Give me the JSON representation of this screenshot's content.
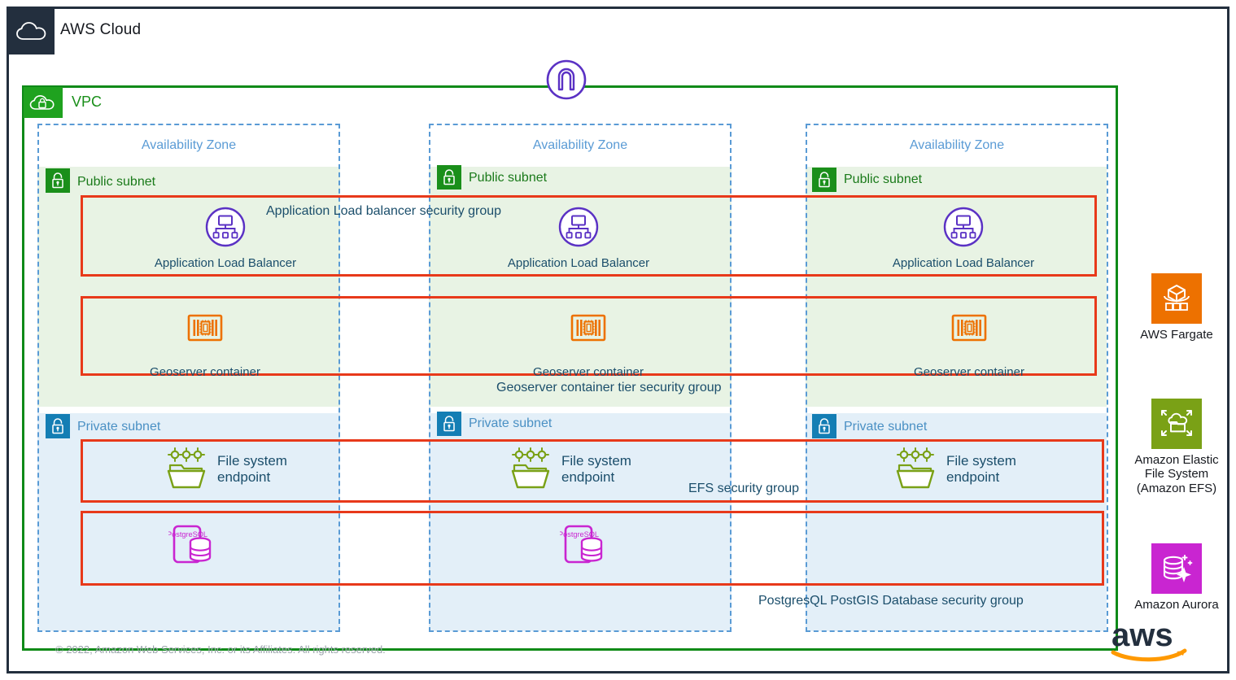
{
  "cloud": {
    "label": "AWS Cloud",
    "icon": "cloud-icon"
  },
  "vpc": {
    "label": "VPC",
    "icon": "vpc-lock-cloud-icon"
  },
  "internet_gateway": {
    "icon": "internet-gateway-icon",
    "color": "#5A31C4"
  },
  "availability_zones": [
    {
      "label": "Availability Zone"
    },
    {
      "label": "Availability Zone"
    },
    {
      "label": "Availability Zone"
    }
  ],
  "public_subnets": [
    {
      "label": "Public subnet",
      "icon": "padlock-icon"
    },
    {
      "label": "Public subnet",
      "icon": "padlock-icon"
    },
    {
      "label": "Public subnet",
      "icon": "padlock-icon"
    }
  ],
  "private_subnets": [
    {
      "label": "Private subnet",
      "icon": "padlock-icon"
    },
    {
      "label": "Private subnet",
      "icon": "padlock-icon"
    },
    {
      "label": "Private subnet",
      "icon": "padlock-icon"
    }
  ],
  "security_groups": [
    {
      "name": "alb-sg",
      "label": "Application Load balancer security group"
    },
    {
      "name": "geoserver-sg",
      "label": "Geoserver container tier security group"
    },
    {
      "name": "efs-sg",
      "label": "EFS security group"
    },
    {
      "name": "db-sg",
      "label": "PostgresQL PostGIS Database security group"
    }
  ],
  "load_balancers": [
    {
      "label": "Application Load Balancer",
      "icon": "application-load-balancer-icon"
    },
    {
      "label": "Application Load Balancer",
      "icon": "application-load-balancer-icon"
    },
    {
      "label": "Application Load Balancer",
      "icon": "application-load-balancer-icon"
    }
  ],
  "containers": [
    {
      "label": "Geoserver container",
      "icon": "container-icon"
    },
    {
      "label": "Geoserver container",
      "icon": "container-icon"
    },
    {
      "label": "Geoserver container",
      "icon": "container-icon"
    }
  ],
  "file_system_endpoints": [
    {
      "label_line1": "File system",
      "label_line2": "endpoint",
      "icon": "efs-file-system-endpoint-icon"
    },
    {
      "label_line1": "File system",
      "label_line2": "endpoint",
      "icon": "efs-file-system-endpoint-icon"
    },
    {
      "label_line1": "File system",
      "label_line2": "endpoint",
      "icon": "efs-file-system-endpoint-icon"
    }
  ],
  "databases": [
    {
      "label": "PostgreSQL",
      "icon": "postgresql-icon"
    },
    {
      "label": "PostgreSQL",
      "icon": "postgresql-icon"
    }
  ],
  "legend": [
    {
      "label": "AWS Fargate",
      "icon": "aws-fargate-icon",
      "color": "#ED7100"
    },
    {
      "label": "Amazon Elastic\nFile System\n(Amazon EFS)",
      "line1": "Amazon Elastic",
      "line2": "File System",
      "line3": "(Amazon EFS)",
      "icon": "amazon-efs-icon",
      "color": "#7AA116"
    },
    {
      "label": "Amazon Aurora",
      "icon": "amazon-aurora-icon",
      "color": "#C925D1"
    }
  ],
  "branding": {
    "logo_text": "aws",
    "logo_color": "#232F3E",
    "smile_color": "#FF9900"
  },
  "footer": {
    "copyright": "© 2022, Amazon Web Services, Inc. or its Affiliates. All rights reserved."
  },
  "colors": {
    "aws_navy": "#232F3E",
    "vpc_green": "#0f8a18",
    "subnet_public_green": "#1A8F1A",
    "subnet_private_blue": "#147EB4",
    "az_blue": "#5A9BD5",
    "security_group_red": "#E8391A",
    "fargate_orange": "#ED7100",
    "efs_green": "#7AA116",
    "aurora_magenta": "#C925D1",
    "purple": "#5A31C4"
  }
}
